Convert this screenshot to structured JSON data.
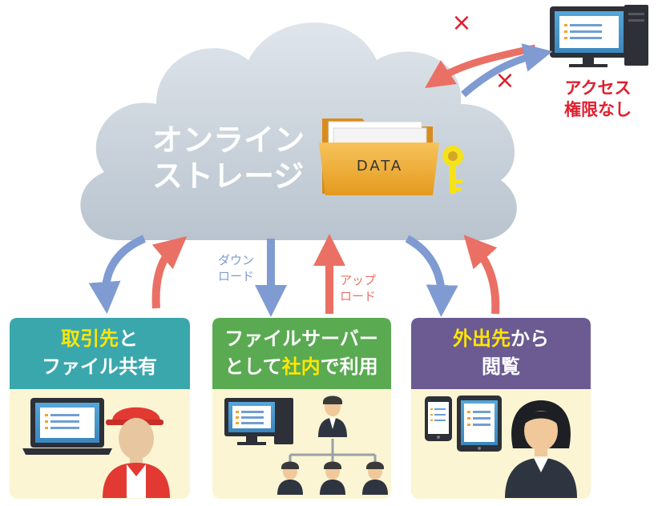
{
  "cloud": {
    "title_line1": "オンライン",
    "title_line2": "ストレージ",
    "folder_label": "DATA"
  },
  "external_access": {
    "label_line1": "アクセス",
    "label_line2": "権限なし",
    "blocked_mark": "×"
  },
  "transfer_labels": {
    "download_line1": "ダウン",
    "download_line2": "ロード",
    "upload_line1": "アップ",
    "upload_line2": "ロード"
  },
  "panels": [
    {
      "id": "partner",
      "line1_parts": [
        "取引先",
        "と"
      ],
      "line2": "ファイル共有",
      "header_color": "#3aa7ad"
    },
    {
      "id": "fileserver",
      "line1": "ファイルサーバー",
      "line2_parts": [
        "として",
        "社内",
        "で利用"
      ],
      "header_color": "#5aaa52"
    },
    {
      "id": "remote",
      "line1_parts": [
        "外出先",
        "から"
      ],
      "line2": "閲覧",
      "header_color": "#6b5b92"
    }
  ],
  "colors": {
    "download_arrow": "#7f9bd2",
    "upload_arrow": "#ea7065",
    "highlight_text": "#ffe600",
    "denied_text": "#e01f2d",
    "cloud_fill": "#cfd7df",
    "panel_body": "#fbf5d3"
  }
}
